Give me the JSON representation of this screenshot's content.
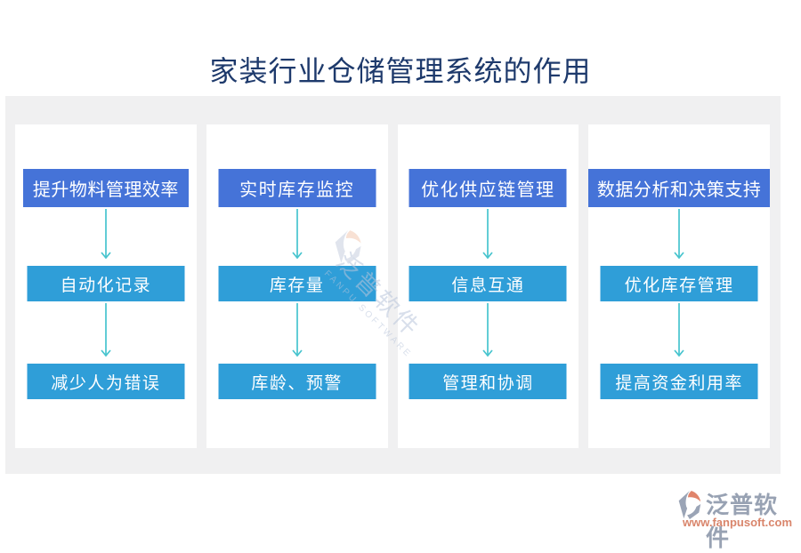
{
  "title": "家装行业仓储管理系统的作用",
  "columns": [
    {
      "steps": [
        "提升物料管理效率",
        "自动化记录",
        "减少人为错误"
      ]
    },
    {
      "steps": [
        "实时库存监控",
        "库存量",
        "库龄、预警"
      ]
    },
    {
      "steps": [
        "优化供应链管理",
        "信息互通",
        "管理和协调"
      ]
    },
    {
      "steps": [
        "数据分析和决策支持",
        "优化库存管理",
        "提高资金利用率"
      ]
    }
  ],
  "watermark": {
    "brand": "泛普软件",
    "brand_en": "FANPU SOFTWARE"
  },
  "footer": {
    "brand": "泛普软件",
    "url": "www.fanpusoft.com"
  },
  "icons": {
    "logo": "fanpu-diamond-swoosh-logo",
    "arrow": "down-arrow"
  },
  "colors": {
    "title_text": "#1e3a6c",
    "top_box": "#4573d8",
    "flow_box": "#2f9ed8",
    "arrow": "#47c4ce",
    "band_bg": "#f0f0f1",
    "panel_bg": "#ffffff",
    "brand_text": "#98a2b3",
    "brand_url": "#d9856b"
  }
}
